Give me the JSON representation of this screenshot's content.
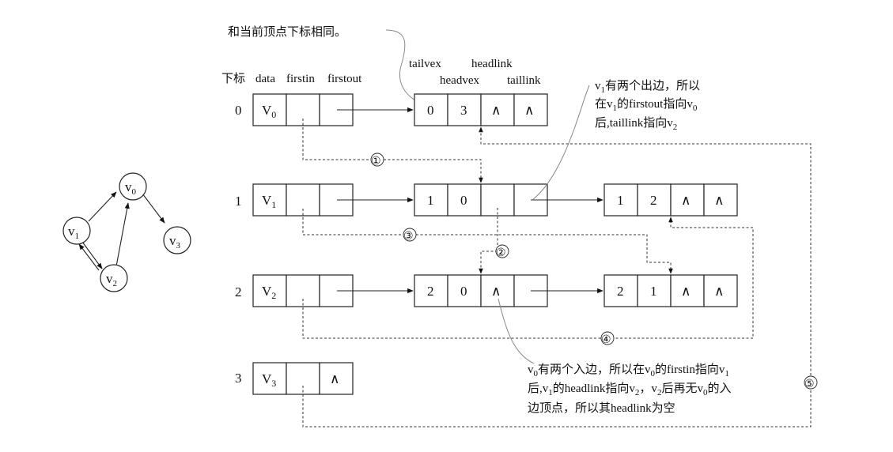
{
  "top_note": "和当前顶点下标相同。",
  "headers": {
    "vertex": [
      "下标",
      "data",
      "firstin",
      "firstout"
    ],
    "arc": [
      "tailvex",
      "headvex",
      "headlink",
      "taillink"
    ]
  },
  "graph": {
    "nodes": [
      {
        "name": "v",
        "sub": "0"
      },
      {
        "name": "v",
        "sub": "1"
      },
      {
        "name": "v",
        "sub": "2"
      },
      {
        "name": "v",
        "sub": "3"
      }
    ]
  },
  "vertex_table": [
    {
      "index": "0",
      "data": "V",
      "sub": "0",
      "firstin": "",
      "firstout": ""
    },
    {
      "index": "1",
      "data": "V",
      "sub": "1",
      "firstin": "",
      "firstout": ""
    },
    {
      "index": "2",
      "data": "V",
      "sub": "2",
      "firstin": "",
      "firstout": ""
    },
    {
      "index": "3",
      "data": "V",
      "sub": "3",
      "firstin": "",
      "firstout": "∧"
    }
  ],
  "arcs": [
    {
      "tailvex": "0",
      "headvex": "3",
      "headlink": "∧",
      "taillink": "∧"
    },
    {
      "tailvex": "1",
      "headvex": "0",
      "headlink": "",
      "taillink": ""
    },
    {
      "tailvex": "1",
      "headvex": "2",
      "headlink": "∧",
      "taillink": "∧"
    },
    {
      "tailvex": "2",
      "headvex": "0",
      "headlink": "∧",
      "taillink": ""
    },
    {
      "tailvex": "2",
      "headvex": "1",
      "headlink": "∧",
      "taillink": "∧"
    }
  ],
  "step_labels": [
    "①",
    "②",
    "③",
    "④",
    "⑤"
  ],
  "note_v1": {
    "l1a": "v",
    "l1s": "1",
    "l1b": "有两个出边，所以",
    "l2a": "在v",
    "l2s": "1",
    "l2b": "的firstout指向v",
    "l2s2": "0",
    "l3a": "后,taillink指向v",
    "l3s": "2"
  },
  "note_v0": {
    "l1a": "v",
    "l1s": "0",
    "l1b": "有两个入边，所以在v",
    "l1s2": "0",
    "l1c": "的firstin指向v",
    "l1s3": "1",
    "l2a": "后,v",
    "l2s": "1",
    "l2b": "的headlink指向v",
    "l2s2": "2",
    "l2c": "，v",
    "l2s3": "2",
    "l2d": "后再无v",
    "l2s4": "0",
    "l2e": "的入",
    "l3": "边顶点，所以其headlink为空"
  }
}
